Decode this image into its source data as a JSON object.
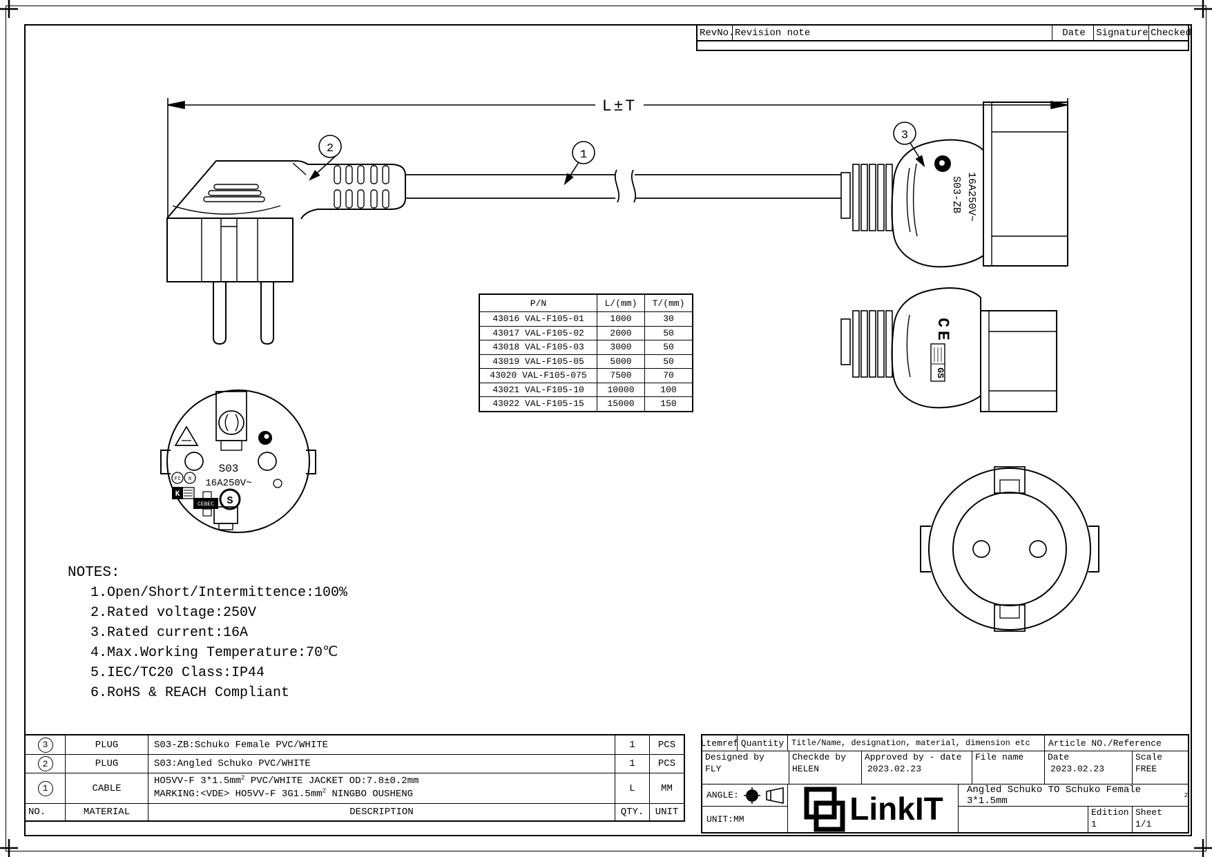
{
  "revision_table": {
    "rev_no": "RevNo.",
    "note": "Revision note",
    "date": "Date",
    "signature": "Signature",
    "checked": "Checked"
  },
  "drawing": {
    "dimension_label": "L±T",
    "callouts": {
      "c1": "1",
      "c2": "2",
      "c3": "3"
    },
    "plug_face": {
      "model": "S03",
      "rating": "16A250V~",
      "s_mark": "S",
      "fi": "FI",
      "n": "N",
      "k": "K",
      "cebec": "CEBEC"
    },
    "coupler": {
      "model": "S03-ZB",
      "rating": "16A250V~",
      "ce": "CE",
      "gs": "GS"
    }
  },
  "parts_table": {
    "headers": [
      "P/N",
      "L/(mm)",
      "T/(mm)"
    ],
    "rows": [
      {
        "pn": "43016 VAL-F105-01",
        "l": "1000",
        "t": "30"
      },
      {
        "pn": "43017 VAL-F105-02",
        "l": "2000",
        "t": "50"
      },
      {
        "pn": "43018 VAL-F105-03",
        "l": "3000",
        "t": "50"
      },
      {
        "pn": "43019 VAL-F105-05",
        "l": "5000",
        "t": "50"
      },
      {
        "pn": "43020 VAL-F105-075",
        "l": "7500",
        "t": "70"
      },
      {
        "pn": "43021 VAL-F105-10",
        "l": "10000",
        "t": "100"
      },
      {
        "pn": "43022 VAL-F105-15",
        "l": "15000",
        "t": "150"
      }
    ]
  },
  "notes": {
    "title": "NOTES:",
    "items": [
      "1.Open/Short/Intermittence:100%",
      "2.Rated voltage:250V",
      "3.Rated current:16A",
      "4.Max.Working Temperature:70℃",
      "5.IEC/TC20 Class:IP44",
      "6.RoHS & REACH Compliant"
    ]
  },
  "material_table": {
    "headers": {
      "no": "NO.",
      "material": "MATERIAL",
      "description": "DESCRIPTION",
      "qty": "QTY.",
      "unit": "UNIT"
    },
    "rows": [
      {
        "no": "3",
        "material": "PLUG",
        "description": "S03-ZB:Schuko Female PVC/WHITE",
        "qty": "1",
        "unit": "PCS"
      },
      {
        "no": "2",
        "material": "PLUG",
        "description": "S03:Angled Schuko PVC/WHITE",
        "qty": "1",
        "unit": "PCS"
      },
      {
        "no": "1",
        "material": "CABLE",
        "d1a": "HO5VV-F 3*1.5mm",
        "d1sup": "2",
        "d1b": " PVC/WHITE JACKET OD:7.8±0.2mm",
        "d2a": "MARKING:<VDE> HO5VV-F 3G1.5mm",
        "d2sup": "2",
        "d2b": " NINGBO OUSHENG",
        "qty": "L",
        "unit": "MM"
      }
    ]
  },
  "title_block": {
    "itemref_label": "Ltemref",
    "quantity_label": "Quantity",
    "title_name_label": "Title/Name, designation, material, dimension etc",
    "article_label": "Article NO./Reference",
    "designed_by_label": "Designed by",
    "designed_by": "FLY",
    "checked_by_label": "Checkde by",
    "checked_by": "HELEN",
    "approved_label": "Approved by - date",
    "approved_date": "2023.02.23",
    "file_name_label": "File name",
    "date_label": "Date",
    "date": "2023.02.23",
    "scale_label": "Scale",
    "scale": "FREE",
    "angle_label": "ANGLE:",
    "unit_label": "UNIT:MM",
    "logo_text": "LinkIT",
    "product_title": "Angled Schuko TO Schuko Female 3*1.5mm",
    "product_title_sup": "2",
    "edition_label": "Edition",
    "edition": "1",
    "sheet_label": "Sheet",
    "sheet": "1/1"
  }
}
